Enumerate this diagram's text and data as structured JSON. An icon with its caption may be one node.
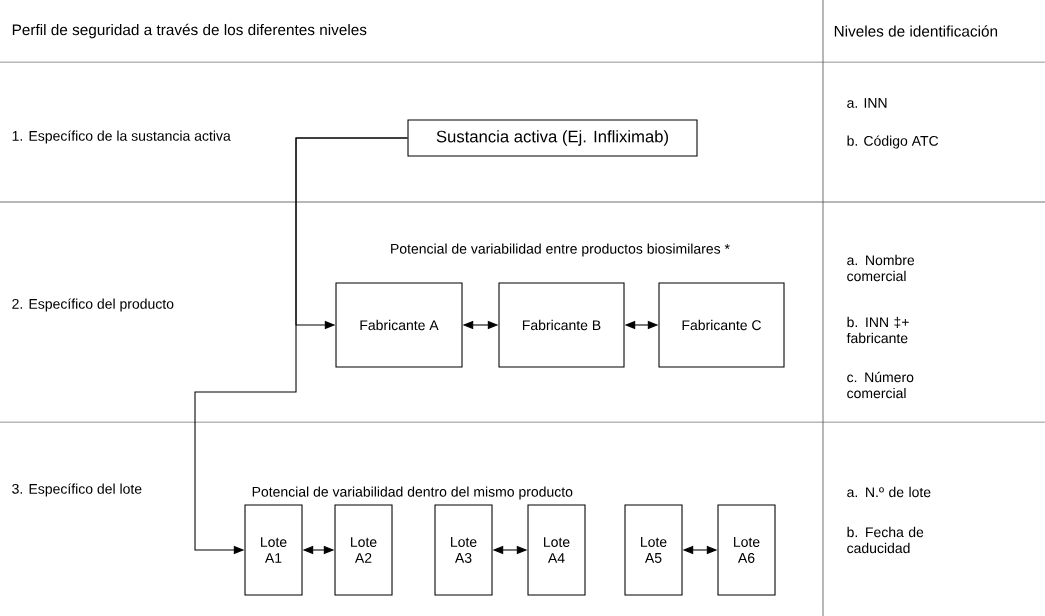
{
  "diagram": {
    "nodes": [
      {
        "text": [
          "Sustancia activa (Ej. Infliximab)"
        ]
      },
      {
        "text": [
          "Fabricante A"
        ]
      },
      {
        "text": [
          "Fabricante B"
        ]
      },
      {
        "text": [
          "Fabricante C"
        ]
      },
      {
        "text": [
          "Lote A1"
        ]
      },
      {
        "text": [
          "Lote A2"
        ]
      },
      {
        "text": [
          "Lote A3"
        ]
      },
      {
        "text": [
          "Lote A4"
        ]
      },
      {
        "text": [
          "Lote A5"
        ]
      },
      {
        "text": [
          "Lote A6"
        ]
      }
    ],
    "edges": [
      {
        "from": 0,
        "to": 1,
        "arrow": "to"
      },
      {
        "from": 0,
        "to": 4,
        "arrow": "to"
      },
      {
        "from": 1,
        "to": 2,
        "arrow": "both"
      },
      {
        "from": 2,
        "to": 3,
        "arrow": "both"
      },
      {
        "from": 4,
        "to": 5,
        "arrow": "both"
      },
      {
        "from": 6,
        "to": 7,
        "arrow": "both"
      },
      {
        "from": 8,
        "to": 9,
        "arrow": "both"
      }
    ],
    "labels": [
      "Perfil de seguridad a través de los diferentes niveles",
      "Niveles de identificación",
      "1. Específico de la sustancia activa",
      "a. INN",
      "b. Código ATC",
      "Potencial de variabilidad entre productos biosimilares *",
      "2. Específico del producto",
      "a. Nombre comercial",
      "b. INN ‡+ fabricante",
      "c. Número comercial",
      "3. Específico del lote",
      "Potencial de variabilidad dentro del mismo producto",
      "a. N.º de lote",
      "b. Fecha de caducidad"
    ]
  }
}
